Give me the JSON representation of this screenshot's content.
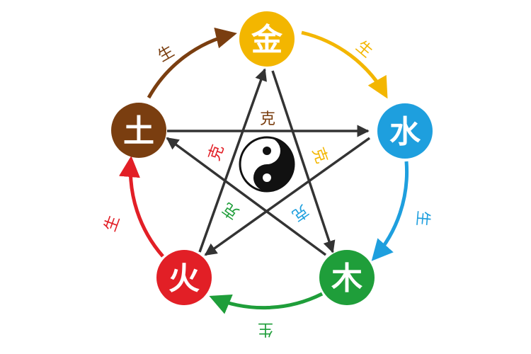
{
  "nodes": {
    "metal": {
      "label": "金",
      "color": "#f3b600"
    },
    "water": {
      "label": "水",
      "color": "#1e9fde"
    },
    "wood": {
      "label": "木",
      "color": "#1f9e3a"
    },
    "fire": {
      "label": "火",
      "color": "#e21f26"
    },
    "earth": {
      "label": "土",
      "color": "#7a3e10"
    }
  },
  "generate_label": "生",
  "overcome_label": "克",
  "colors": {
    "metal_to_water": "#f3b600",
    "water_to_wood": "#1e9fde",
    "wood_to_fire": "#1f9e3a",
    "fire_to_earth": "#e21f26",
    "earth_to_metal": "#7a3e10",
    "star_lines": "#333333",
    "center_label_metal": "#7a3e10",
    "center_label_water": "#f3b600",
    "center_label_wood": "#1e9fde",
    "center_label_fire": "#1f9e3a",
    "center_label_earth": "#e21f26"
  },
  "center_icon": "yin-yang-icon"
}
